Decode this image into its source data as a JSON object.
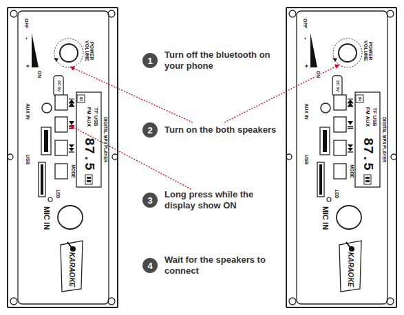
{
  "diagram": {
    "nodes": [
      {
        "text": [
          "OFF",
          "-",
          "+",
          "ON",
          "POWER VOLUME",
          "DC 5V",
          "AUX IN",
          "IR",
          "TF USB",
          "FM AUX",
          "DIGITAL MP3 PLAYER",
          "87.5",
          "MODE",
          "USB",
          "LED",
          "MIC IN",
          "KARAOKE"
        ]
      },
      {
        "text": [
          "1",
          "Turn off the bluetooth on your phone"
        ]
      },
      {
        "text": [
          "2",
          "Turn on the both speakers"
        ]
      },
      {
        "text": [
          "3",
          "Long press while the display show ON"
        ]
      },
      {
        "text": [
          "4",
          "Wait for the speakers to connect"
        ]
      },
      {
        "text": [
          "OFF",
          "-",
          "+",
          "ON",
          "POWER VOLUME",
          "DC 5V",
          "AUX IN",
          "IR",
          "TF USB",
          "FM AUX",
          "DIGITAL MP3 PLAYER",
          "87.5",
          "MODE",
          "USB",
          "LED",
          "MIC IN",
          "KARAOKE"
        ]
      }
    ],
    "edges": [
      {
        "from": 2,
        "to": 0,
        "arrow": "to"
      },
      {
        "from": 2,
        "to": 5,
        "arrow": "to"
      },
      {
        "from": 3,
        "to": 0,
        "arrow": "to"
      }
    ]
  }
}
